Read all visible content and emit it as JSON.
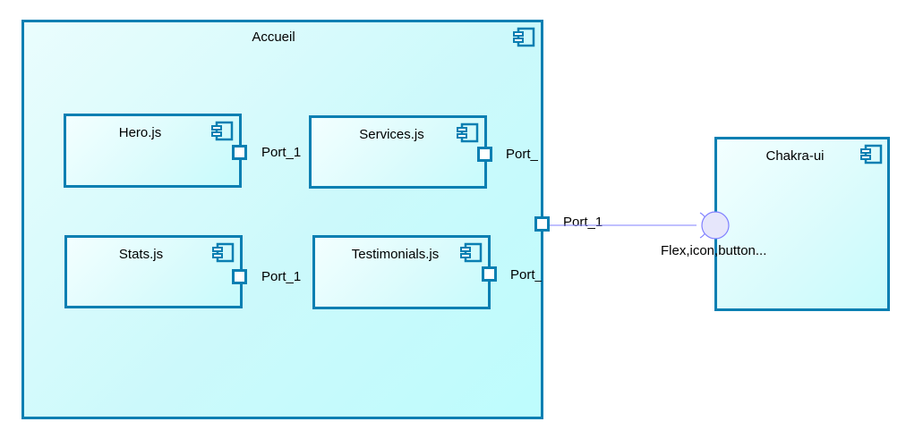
{
  "colors": {
    "stroke": "#0a7fb2",
    "fill_light": "#eafdfd",
    "fill_dark": "#bdfcfd",
    "connector": "#8080ff",
    "interface_fill": "#e6e6fb"
  },
  "icons": {
    "component": "component-icon",
    "interface": "provided-interface-ball",
    "socket": "required-interface-socket"
  },
  "components": {
    "accueil": {
      "name": "Accueil",
      "port": "Port_1"
    },
    "hero": {
      "name": "Hero.js",
      "port": "Port_1"
    },
    "services": {
      "name": "Services.js",
      "port": "Port_"
    },
    "stats": {
      "name": "Stats.js",
      "port": "Port_1"
    },
    "testimonials": {
      "name": "Testimonials.js",
      "port": "Port_"
    },
    "chakra": {
      "name": "Chakra-ui",
      "interface": "Flex,icon,button..."
    }
  }
}
